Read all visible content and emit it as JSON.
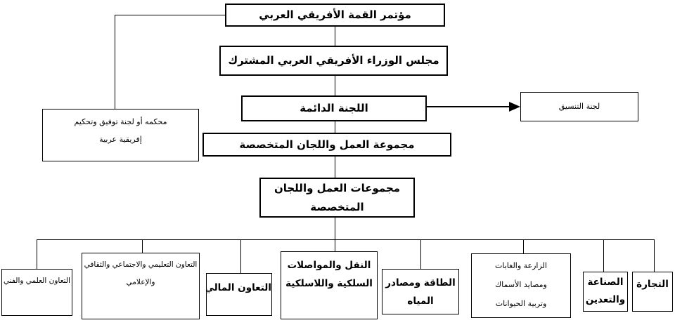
{
  "diagram": {
    "title_hint": "Afro-Arab cooperation organizational chart",
    "colors": {
      "background": "#ffffff",
      "line": "#000000",
      "box_border": "#000000",
      "text": "#000000"
    },
    "nodes": {
      "summit": {
        "lines": [
          "مؤتمر القمة الأفريقي العربي"
        ]
      },
      "joint_council": {
        "lines": [
          "مجلس الوزراء الأفريقي العربي المشترك"
        ]
      },
      "standing_committee": {
        "lines": [
          "اللجنة الدائمة"
        ]
      },
      "coordination_committee": {
        "lines": [
          "لجنة التنسيق"
        ]
      },
      "arbitration_court": {
        "lines": [
          "محكمه أو لجنة توفيق وتحكيم",
          "إفريقية عربية"
        ]
      },
      "working_group": {
        "lines": [
          "مجموعة العمل واللجان المتخصصة"
        ]
      },
      "working_groups": {
        "lines": [
          "مجموعات العمل واللجان",
          "المتخصصة"
        ]
      },
      "scientific_technical": {
        "lines": [
          "التعاون العلمي والفني"
        ]
      },
      "educational_social": {
        "lines": [
          "التعاون التعليمي والاجتماعي والثقافي",
          "والإعلامي"
        ]
      },
      "financial": {
        "lines": [
          "التعاون المالي"
        ]
      },
      "transport_telecom": {
        "lines": [
          "النقل والمواصلات",
          "السلكية واللاسلكية"
        ]
      },
      "energy_water": {
        "lines": [
          "الطاقة ومصادر",
          "المياه"
        ]
      },
      "agriculture_forestry": {
        "lines": [
          "الزارعة والغابات",
          "ومصايد الأسماك",
          "وتربية الحيوانات"
        ]
      },
      "industry_mining": {
        "lines": [
          "الصناعة",
          "والتعدين"
        ]
      },
      "trade": {
        "lines": [
          "التجارة"
        ]
      }
    }
  }
}
